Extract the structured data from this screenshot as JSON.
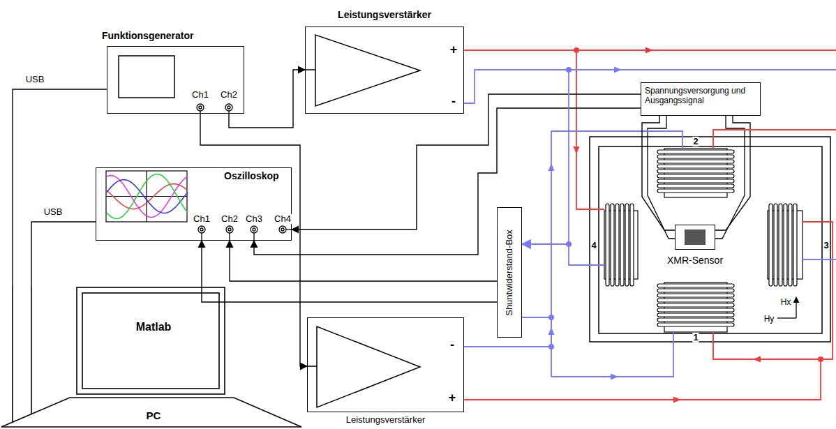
{
  "diagram": {
    "nodes": [
      {
        "text": [
          "Funktionsgenerator"
        ]
      },
      {
        "text": [
          "Leistungsverstärker"
        ]
      },
      {
        "text": [
          "Oszilloskop"
        ]
      },
      {
        "text": [
          "Matlab",
          "PC"
        ]
      },
      {
        "text": [
          "Leistungsverstärker"
        ]
      },
      {
        "text": [
          "Shuntwiderstand-Box"
        ]
      },
      {
        "text": [
          "Spannungsversorgung und Ausgangssignal"
        ]
      },
      {
        "text": [
          "XMR-Sensor"
        ]
      }
    ],
    "edges": [
      {
        "from": 3,
        "to": 0,
        "arrow": "none",
        "label": "USB"
      },
      {
        "from": 3,
        "to": 2,
        "arrow": "none",
        "label": "USB"
      },
      {
        "from": 0,
        "to": 1,
        "arrow": "to"
      },
      {
        "from": 0,
        "to": 4,
        "arrow": "to"
      },
      {
        "from": 6,
        "to": 2,
        "arrow": "to"
      },
      {
        "from": 6,
        "to": 2,
        "arrow": "to"
      },
      {
        "from": 5,
        "to": 2,
        "arrow": "to"
      },
      {
        "from": 5,
        "to": 2,
        "arrow": "to"
      },
      {
        "from": 1,
        "to": 5,
        "arrow": "to"
      },
      {
        "from": 4,
        "to": 5,
        "arrow": "none"
      },
      {
        "from": 6,
        "to": 7,
        "arrow": "none"
      }
    ],
    "labels": [
      "Ch1",
      "Ch2",
      "+",
      "-",
      "Ch1",
      "Ch2",
      "Ch3",
      "Ch4",
      "-",
      "+",
      "2",
      "4",
      "3",
      "1",
      "Hx",
      "Hy"
    ]
  }
}
